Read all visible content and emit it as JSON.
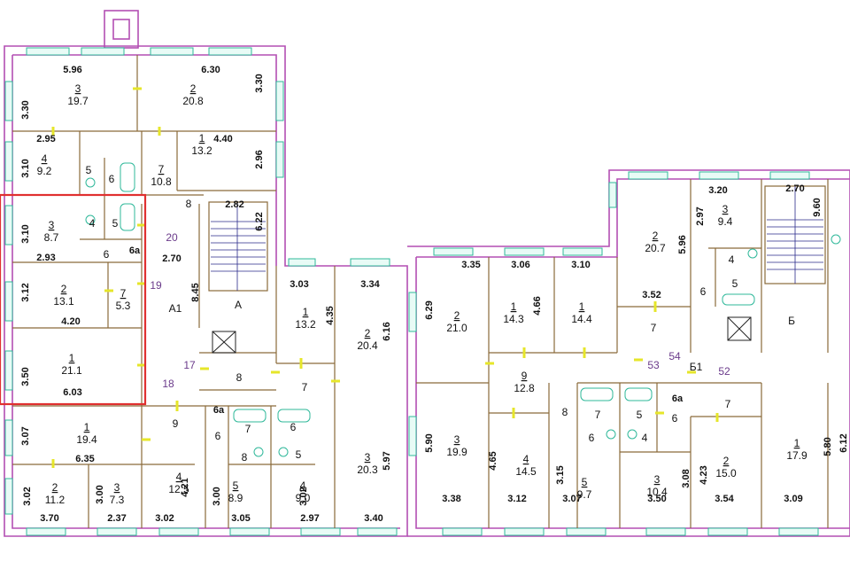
{
  "plan": {
    "highlight_color": "#e03030",
    "wall_color": "#b34fb3",
    "window_color": "#2fb89a",
    "door_color": "#e6e62a",
    "rooms": [
      {
        "num": "3",
        "area": "19.7"
      },
      {
        "num": "2",
        "area": "20.8"
      },
      {
        "num": "4",
        "area": "9.2"
      },
      {
        "num": "5",
        "area": ""
      },
      {
        "num": "6",
        "area": ""
      },
      {
        "num": "7",
        "area": "10.8"
      },
      {
        "num": "1",
        "area": "13.2"
      },
      {
        "num": "8",
        "area": ""
      },
      {
        "num": "3",
        "area": "8.7"
      },
      {
        "num": "4",
        "area": ""
      },
      {
        "num": "5",
        "area": ""
      },
      {
        "num": "6",
        "area": ""
      },
      {
        "num": "6а",
        "area": ""
      },
      {
        "num": "2",
        "area": "13.1"
      },
      {
        "num": "7",
        "area": "5.3"
      },
      {
        "num": "1",
        "area": "21.1"
      },
      {
        "num": "1",
        "area": "19.4"
      },
      {
        "num": "2",
        "area": "11.2"
      },
      {
        "num": "3",
        "area": "7.3"
      },
      {
        "num": "4",
        "area": "12.5"
      },
      {
        "num": "9",
        "area": ""
      },
      {
        "num": "5",
        "area": "8.9"
      },
      {
        "num": "6",
        "area": ""
      },
      {
        "num": "7",
        "area": ""
      },
      {
        "num": "8",
        "area": ""
      },
      {
        "num": "6а",
        "area": ""
      },
      {
        "num": "4",
        "area": "9.0"
      },
      {
        "num": "6",
        "area": ""
      },
      {
        "num": "5",
        "area": ""
      },
      {
        "num": "3",
        "area": "20.3"
      },
      {
        "num": "2",
        "area": "20.4"
      },
      {
        "num": "1",
        "area": "13.2"
      },
      {
        "num": "7",
        "area": ""
      },
      {
        "num": "8",
        "area": ""
      },
      {
        "num": "2",
        "area": "21.0"
      },
      {
        "num": "1",
        "area": "14.3"
      },
      {
        "num": "1",
        "area": "14.4"
      },
      {
        "num": "9",
        "area": "12.8"
      },
      {
        "num": "3",
        "area": "19.9"
      },
      {
        "num": "4",
        "area": "14.5"
      },
      {
        "num": "8",
        "area": ""
      },
      {
        "num": "7",
        "area": ""
      },
      {
        "num": "6",
        "area": ""
      },
      {
        "num": "5",
        "area": "9.7"
      },
      {
        "num": "2",
        "area": "20.7"
      },
      {
        "num": "3",
        "area": "9.4"
      },
      {
        "num": "4",
        "area": ""
      },
      {
        "num": "5",
        "area": ""
      },
      {
        "num": "6",
        "area": ""
      },
      {
        "num": "7",
        "area": ""
      },
      {
        "num": "3",
        "area": "10.4"
      },
      {
        "num": "5",
        "area": ""
      },
      {
        "num": "6а",
        "area": ""
      },
      {
        "num": "6",
        "area": ""
      },
      {
        "num": "4",
        "area": ""
      },
      {
        "num": "7",
        "area": ""
      },
      {
        "num": "2",
        "area": "15.0"
      },
      {
        "num": "1",
        "area": "17.9"
      }
    ],
    "dims": [
      "5.96",
      "6.30",
      "3.30",
      "3.30",
      "2.95",
      "4.40",
      "3.10",
      "2.96",
      "2.82",
      "6.22",
      "3.10",
      "2.93",
      "2.70",
      "8.45",
      "3.12",
      "4.20",
      "3.50",
      "6.03",
      "3.07",
      "6.35",
      "3.02",
      "3.70",
      "3.00",
      "2.37",
      "3.02",
      "4.21",
      "3.00",
      "3.05",
      "3.02",
      "2.97",
      "3.03",
      "4.35",
      "3.34",
      "6.16",
      "5.97",
      "3.40",
      "3.35",
      "3.06",
      "3.10",
      "6.29",
      "4.66",
      "3.52",
      "5.90",
      "3.38",
      "4.65",
      "3.12",
      "3.15",
      "3.07",
      "3.20",
      "2.97",
      "2.70",
      "9.60",
      "5.96",
      "3.08",
      "4.23",
      "3.50",
      "3.54",
      "5.80",
      "6.12",
      "3.09"
    ],
    "codes": [
      "20",
      "19",
      "17",
      "18",
      "53",
      "54",
      "52"
    ],
    "section_labels": [
      "A1",
      "А",
      "Б",
      "Б1"
    ]
  }
}
